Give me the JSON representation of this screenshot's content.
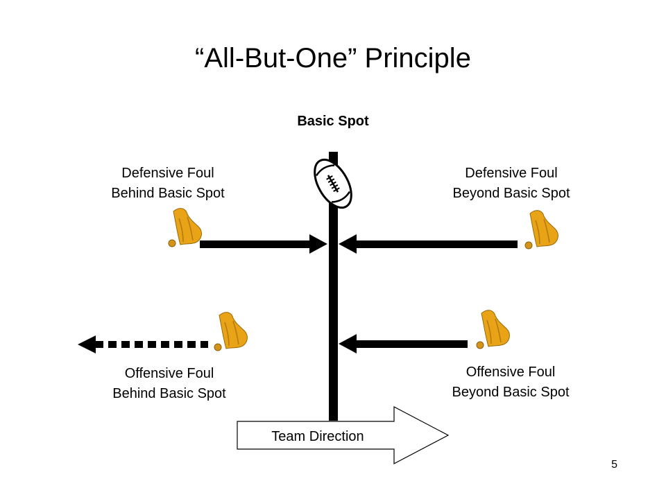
{
  "slide": {
    "title": "“All-But-One” Principle",
    "basic_spot_label": "Basic Spot",
    "labels": {
      "def_behind": [
        "Defensive Foul",
        "Behind Basic Spot"
      ],
      "def_beyond": [
        "Defensive Foul",
        "Beyond Basic Spot"
      ],
      "off_behind": [
        "Offensive Foul",
        "Behind Basic Spot"
      ],
      "off_beyond": [
        "Offensive Foul",
        "Beyond Basic Spot"
      ]
    },
    "team_direction": "Team Direction",
    "page_number": "5",
    "colors": {
      "flag": "#e8a317",
      "flag_shadow": "#b07a10",
      "line": "#000000"
    }
  }
}
